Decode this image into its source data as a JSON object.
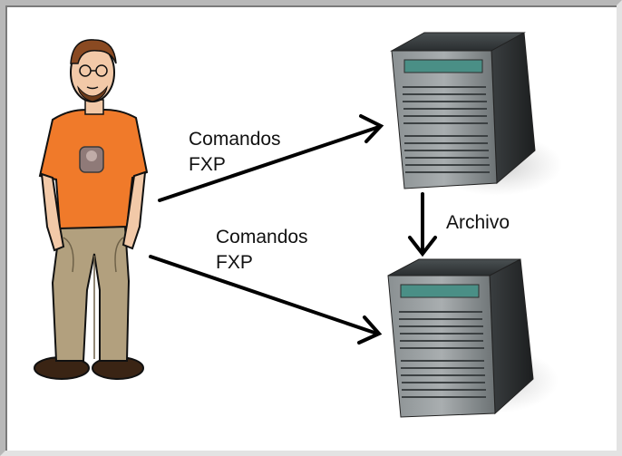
{
  "diagram": {
    "nodes": [
      {
        "id": "user",
        "kind": "person"
      },
      {
        "id": "server-1",
        "kind": "server"
      },
      {
        "id": "server-2",
        "kind": "server"
      }
    ],
    "edges": [
      {
        "from": "user",
        "to": "server-1",
        "label": "Comandos\nFXP"
      },
      {
        "from": "user",
        "to": "server-2",
        "label": "Comandos\nFXP"
      },
      {
        "from": "server-1",
        "to": "server-2",
        "label": "Archivo"
      }
    ]
  },
  "labels": {
    "commands_top": "Comandos\nFXP",
    "commands_bottom": "Comandos\nFXP",
    "file": "Archivo"
  },
  "colors": {
    "shirt": "#f07a2a",
    "pants": "#b2a07e",
    "hair": "#8a4a22",
    "server_body": "#6e7476",
    "server_dark": "#2a2c2d",
    "arrow": "#000000"
  }
}
